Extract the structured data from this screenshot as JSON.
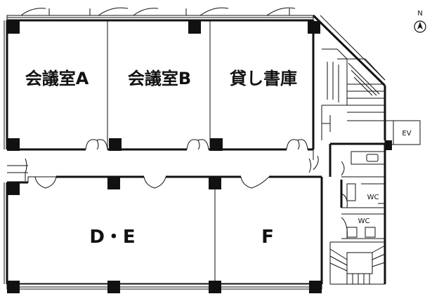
{
  "rooms": {
    "room_a": "会議室A",
    "room_b": "会議室B",
    "library": "貸し書庫",
    "room_de": "D・E",
    "room_f": "F"
  },
  "facilities": {
    "elevator": "EV",
    "wc_upper": "WC",
    "wc_lower": "WC"
  },
  "compass": {
    "north": "N"
  }
}
